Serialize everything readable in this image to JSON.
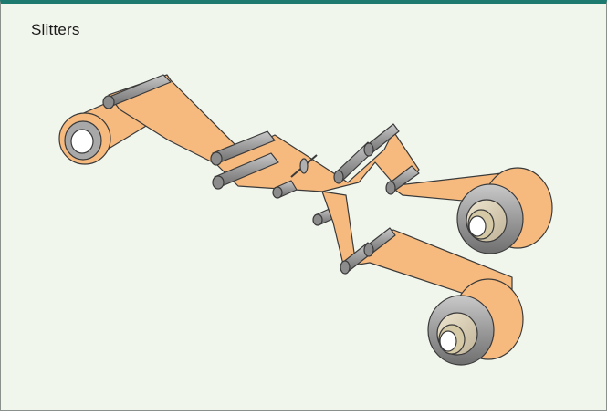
{
  "figure": {
    "title": "Slitters"
  },
  "colors": {
    "accent_bar": "#1d7a6e",
    "background": "#f1f6ec",
    "web_material": "#f6b97e",
    "roller": "#9a9a9a",
    "outline": "#3a3a3a"
  },
  "components": [
    "unwind-roll",
    "guide-rollers",
    "slitter-knife",
    "rewind-roll-upper",
    "rewind-roll-lower"
  ]
}
